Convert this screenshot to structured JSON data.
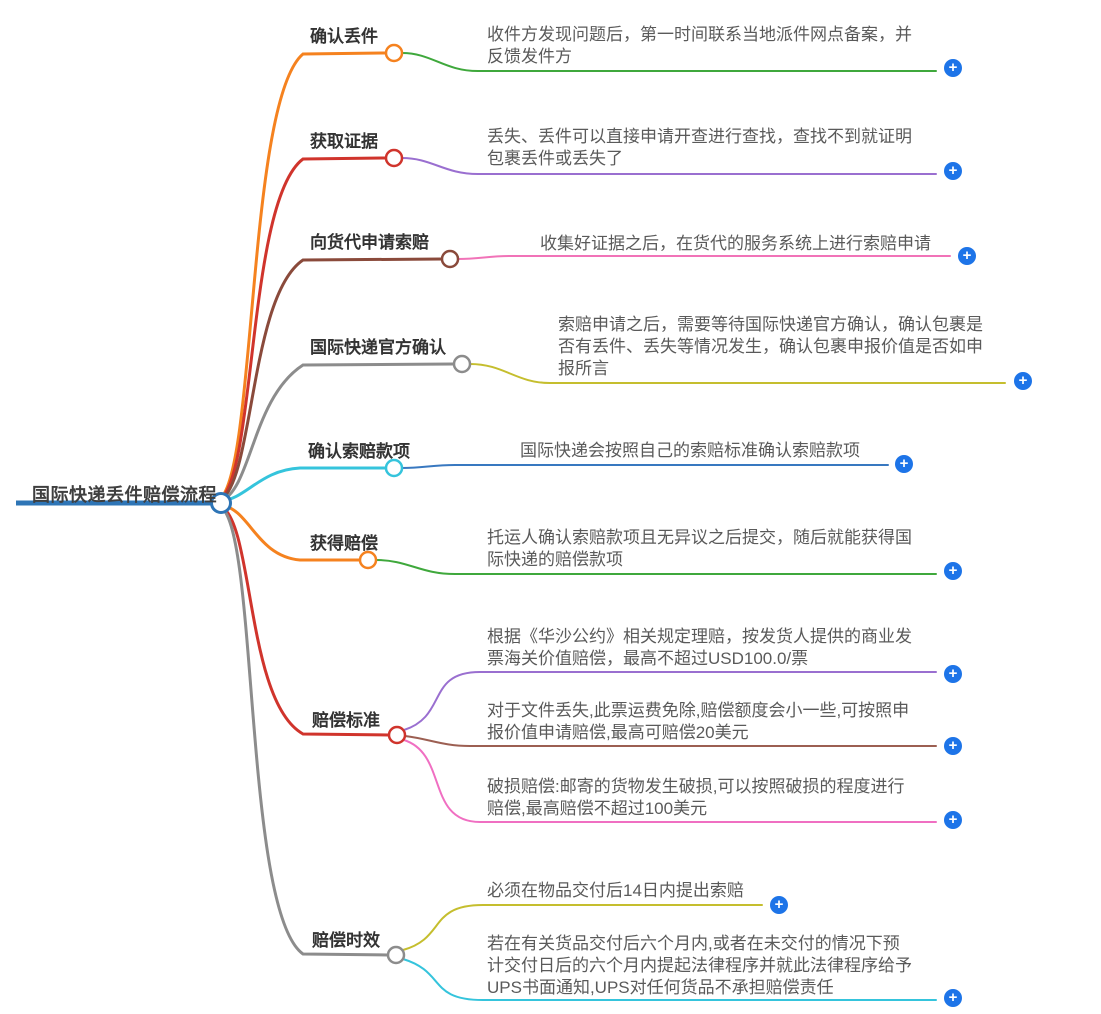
{
  "root": {
    "label": "国际快递丢件赔偿流程"
  },
  "icons": {
    "plus": "+"
  },
  "colors": {
    "root_blue": "#2E75B6",
    "orange": "#F5821F",
    "red": "#D0342C",
    "dark_brown": "#8A4A3B",
    "gray": "#8C8C8C",
    "cyan": "#35C4DC",
    "green": "#3FA83C",
    "purple": "#9A6FD0",
    "pink": "#F173B8",
    "magenta_pink": "#F06FC2",
    "olive": "#C5BE2E",
    "steel_blue": "#3878C0",
    "brown": "#9C5F52",
    "plus_blue": "#1D74E8",
    "label_text": "#3F3F3F",
    "note_text": "#5A5A5A"
  },
  "branches": [
    {
      "label": "确认丢件",
      "children": [
        {
          "text": "收件方发现问题后，第一时间联系当地派件网点备案，并\n反馈发件方"
        }
      ]
    },
    {
      "label": "获取证据",
      "children": [
        {
          "text": "丢失、丢件可以直接申请开查进行查找，查找不到就证明\n包裹丢件或丢失了"
        }
      ]
    },
    {
      "label": "向货代申请索赔",
      "children": [
        {
          "text": "收集好证据之后，在货代的服务系统上进行索赔申请"
        }
      ]
    },
    {
      "label": "国际快递官方确认",
      "children": [
        {
          "text": "索赔申请之后，需要等待国际快递官方确认，确认包裹是\n否有丢件、丢失等情况发生，确认包裹申报价值是否如申\n报所言"
        }
      ]
    },
    {
      "label": "确认索赔款项",
      "children": [
        {
          "text": "国际快递会按照自己的索赔标准确认索赔款项"
        }
      ]
    },
    {
      "label": "获得赔偿",
      "children": [
        {
          "text": "托运人确认索赔款项且无异议之后提交，随后就能获得国\n际快递的赔偿款项"
        }
      ]
    },
    {
      "label": "赔偿标准",
      "children": [
        {
          "text": "根据《华沙公约》相关规定理赔，按发货人提供的商业发\n票海关价值赔偿，最高不超过USD100.0/票"
        },
        {
          "text": "对于文件丢失,此票运费免除,赔偿额度会小一些,可按照申\n报价值申请赔偿,最高可赔偿20美元"
        },
        {
          "text": "破损赔偿:邮寄的货物发生破损,可以按照破损的程度进行\n赔偿,最高赔偿不超过100美元"
        }
      ]
    },
    {
      "label": "赔偿时效",
      "children": [
        {
          "text": "必须在物品交付后14日内提出索赔"
        },
        {
          "text": "若在有关货品交付后六个月内,或者在未交付的情况下预\n计交付日后的六个月内提起法律程序并就此法律程序给予\nUPS书面通知,UPS对任何货品不承担赔偿责任"
        }
      ]
    }
  ]
}
